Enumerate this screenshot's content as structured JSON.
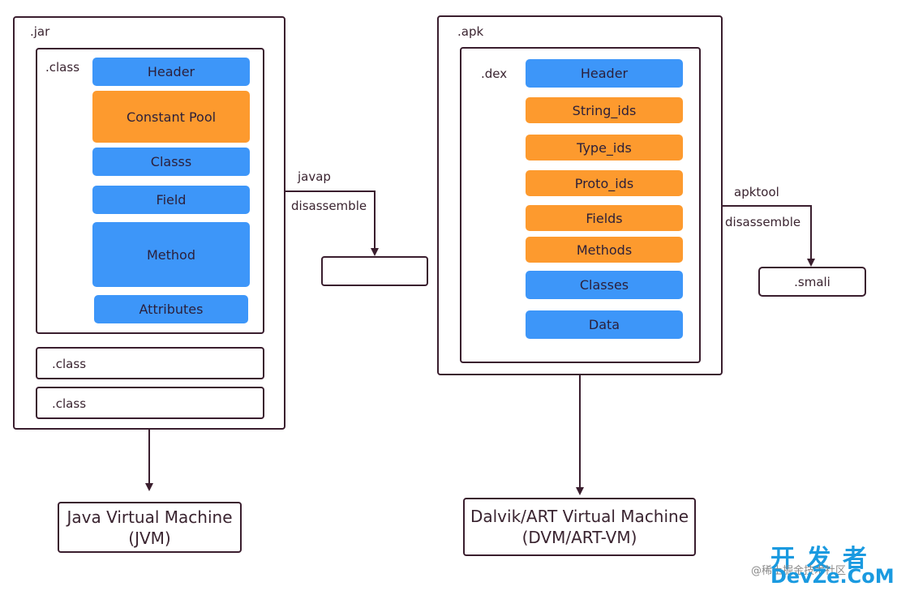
{
  "colors": {
    "blue": "#3d96f9",
    "orange": "#fd9a2e",
    "border": "#3a1e2e"
  },
  "jar": {
    "label": ".jar",
    "class_main": {
      "label": ".class",
      "sections": [
        {
          "text": "Header",
          "color": "blue"
        },
        {
          "text": "Constant Pool",
          "color": "orange"
        },
        {
          "text": "Classs",
          "color": "blue"
        },
        {
          "text": "Field",
          "color": "blue"
        },
        {
          "text": "Method",
          "color": "blue"
        },
        {
          "text": "Attributes",
          "color": "blue"
        }
      ]
    },
    "class_2": ".class",
    "class_3": ".class",
    "javap_label": "javap",
    "disassemble_label": "disassemble",
    "output_box": "",
    "vm": {
      "line1": "Java Virtual Machine",
      "line2": "(JVM)"
    }
  },
  "apk": {
    "label": ".apk",
    "dex": {
      "label": ".dex",
      "sections": [
        {
          "text": "Header",
          "color": "blue"
        },
        {
          "text": "String_ids",
          "color": "orange"
        },
        {
          "text": "Type_ids",
          "color": "orange"
        },
        {
          "text": "Proto_ids",
          "color": "orange"
        },
        {
          "text": "Fields",
          "color": "orange"
        },
        {
          "text": "Methods",
          "color": "orange"
        },
        {
          "text": "Classes",
          "color": "blue"
        },
        {
          "text": "Data",
          "color": "blue"
        }
      ]
    },
    "apktool_label": "apktool",
    "disassemble_label": "disassemble",
    "output_box": ".smali",
    "vm": {
      "line1": "Dalvik/ART Virtual Machine",
      "line2": "(DVM/ART-VM)"
    }
  },
  "watermark": {
    "cn": "开 发 者",
    "sub": "@稀土掘金技术社区",
    "brand": "DevZe.CoM"
  }
}
